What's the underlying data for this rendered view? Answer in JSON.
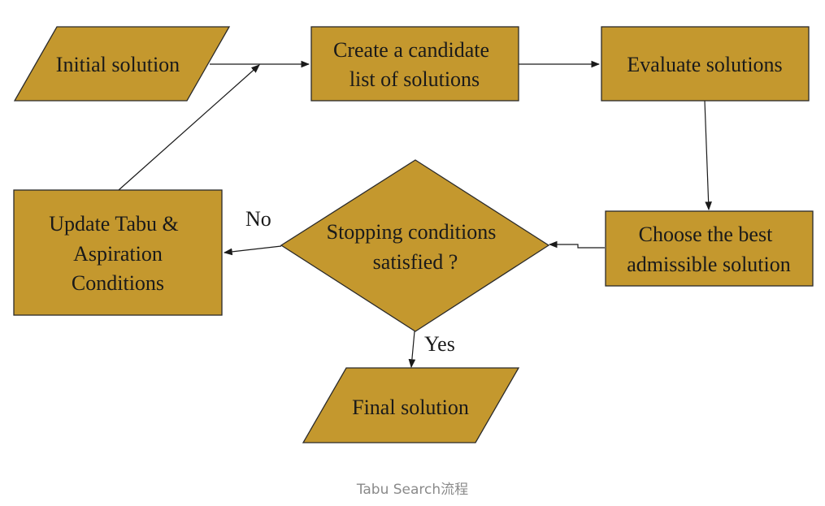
{
  "nodes": {
    "initial": "Initial solution",
    "candidate_line1": "Create a candidate",
    "candidate_line2": "list of solutions",
    "evaluate": "Evaluate solutions",
    "choose_line1": "Choose the best",
    "choose_line2": "admissible solution",
    "stopping_line1": "Stopping conditions",
    "stopping_line2": "satisfied ?",
    "update_line1": "Update Tabu &",
    "update_line2": "Aspiration",
    "update_line3": "Conditions",
    "final": "Final solution"
  },
  "edge_labels": {
    "no": "No",
    "yes": "Yes"
  },
  "caption": "Tabu Search流程",
  "colors": {
    "shape_fill": "#c4982e",
    "outline": "#2a2a2a",
    "caption": "#8a8a8a"
  }
}
